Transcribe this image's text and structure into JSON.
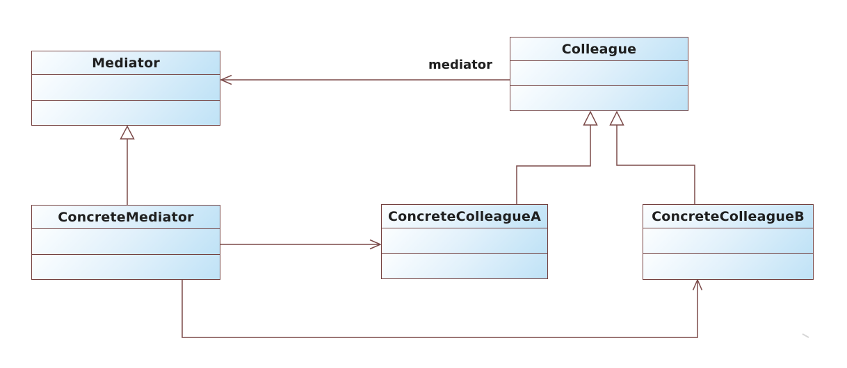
{
  "classes": [
    {
      "id": "mediator",
      "name": "Mediator"
    },
    {
      "id": "colleague",
      "name": "Colleague"
    },
    {
      "id": "concrete-mediator",
      "name": "ConcreteMediator"
    },
    {
      "id": "concrete-colleague-a",
      "name": "ConcreteColleagueA"
    },
    {
      "id": "concrete-colleague-b",
      "name": "ConcreteColleagueB"
    }
  ],
  "labels": {
    "mediator_role": "mediator"
  },
  "relationships": [
    {
      "from": "Colleague",
      "to": "Mediator",
      "type": "association",
      "label": "mediator",
      "arrow": "open"
    },
    {
      "from": "ConcreteMediator",
      "to": "Mediator",
      "type": "generalization",
      "arrow": "hollow-triangle"
    },
    {
      "from": "ConcreteColleagueA",
      "to": "Colleague",
      "type": "generalization",
      "arrow": "hollow-triangle"
    },
    {
      "from": "ConcreteColleagueB",
      "to": "Colleague",
      "type": "generalization",
      "arrow": "hollow-triangle"
    },
    {
      "from": "ConcreteMediator",
      "to": "ConcreteColleagueA",
      "type": "association",
      "arrow": "open"
    },
    {
      "from": "ConcreteMediator",
      "to": "ConcreteColleagueB",
      "type": "association",
      "arrow": "open"
    }
  ],
  "colors": {
    "line": "#7b4a49",
    "box_border": "#73403f",
    "fill_light": "#fcfeff",
    "fill_mid": "#e2f1fb",
    "fill_dark": "#bfe2f6",
    "text": "#1f1f1f",
    "background": "#ffffff"
  }
}
